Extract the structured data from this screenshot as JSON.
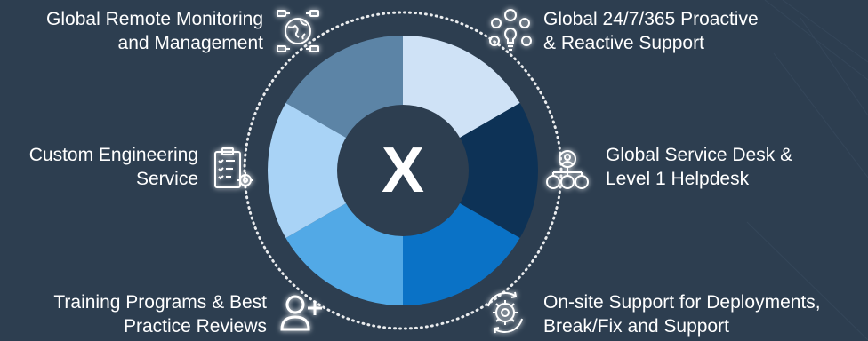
{
  "center": {
    "logo_text": "X"
  },
  "colors": {
    "background": "#2d3e50",
    "ring": "#ffffff",
    "icon_glow": "#4aa3ff"
  },
  "segments": [
    {
      "name": "global-remote-monitoring",
      "color": "#5c84a6"
    },
    {
      "name": "global-proactive-support",
      "color": "#cfe2f6"
    },
    {
      "name": "global-service-desk",
      "color": "#0d3256"
    },
    {
      "name": "onsite-support",
      "color": "#0a72c6"
    },
    {
      "name": "training-programs",
      "color": "#52a9e6"
    },
    {
      "name": "custom-engineering",
      "color": "#a9d3f6"
    }
  ],
  "services": [
    {
      "id": "remote-monitoring",
      "icon": "globe-network-icon",
      "lines": [
        "Global Remote Monitoring",
        "and Management"
      ]
    },
    {
      "id": "proactive-support",
      "icon": "lightbulb-ideas-icon",
      "lines": [
        "Global 24/7/365 Proactive",
        "& Reactive Support"
      ]
    },
    {
      "id": "custom-engineering",
      "icon": "checklist-gear-icon",
      "lines": [
        "Custom Engineering",
        "Service"
      ]
    },
    {
      "id": "service-desk",
      "icon": "team-hierarchy-icon",
      "lines": [
        "Global Service Desk &",
        "Level 1 Helpdesk"
      ]
    },
    {
      "id": "training",
      "icon": "add-user-icon",
      "lines": [
        "Training Programs & Best",
        "Practice Reviews"
      ]
    },
    {
      "id": "onsite-support",
      "icon": "gear-cycle-icon",
      "lines": [
        "On-site Support for Deployments,",
        "Break/Fix and Support"
      ]
    }
  ]
}
